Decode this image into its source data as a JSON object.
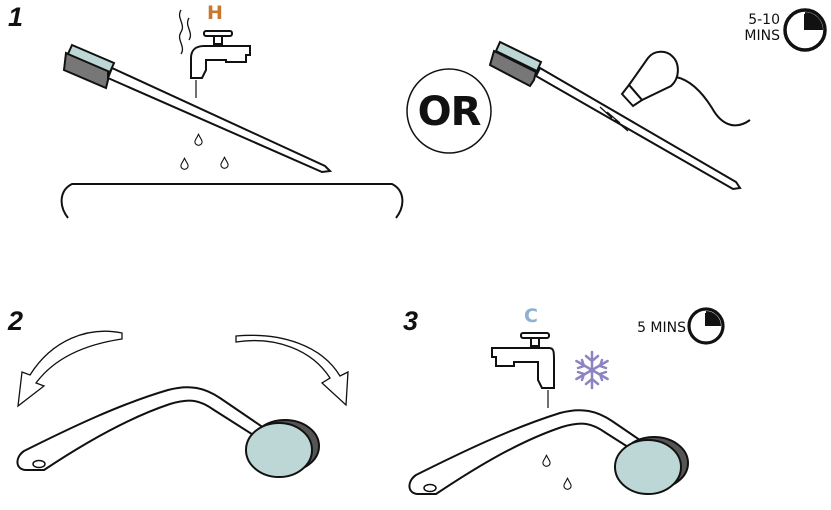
{
  "steps": [
    {
      "number": "1",
      "tap_label": "H",
      "connector": "OR",
      "timer": {
        "line1": "5-10",
        "line2": "MINS"
      }
    },
    {
      "number": "2"
    },
    {
      "number": "3",
      "tap_label": "C",
      "timer": {
        "line1": "5 MINS"
      }
    }
  ],
  "colors": {
    "hot": "#c8772f",
    "cold": "#8fb1d1",
    "snowflake": "#8c84c2",
    "brush_head": "#bcd7d6",
    "ink": "#111111"
  },
  "icons": [
    "clock-icon",
    "snowflake-icon",
    "tap-icon",
    "hair-dryer-icon",
    "curved-arrow-icon",
    "water-drop-icon"
  ]
}
